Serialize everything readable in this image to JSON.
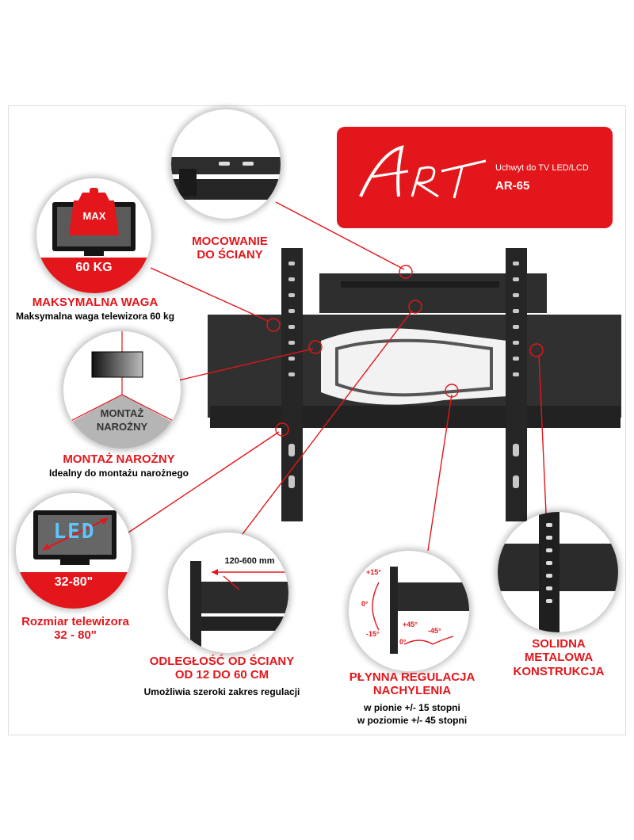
{
  "brand": {
    "logo_text": "ART",
    "subtitle": "Uchwyt do TV LED/LCD",
    "model": "AR-65"
  },
  "features": {
    "wall_mount": {
      "title_line1": "MOCOWANIE",
      "title_line2": "DO ŚCIANY"
    },
    "max_weight": {
      "badge": "MAX",
      "value": "60 KG",
      "title": "MAKSYMALNA WAGA",
      "description": "Maksymalna waga telewizora 60 kg"
    },
    "corner_mount": {
      "bubble_line1": "MONTAŻ",
      "bubble_line2": "NAROŻNY",
      "title": "MONTAŻ NAROŻNY",
      "description": "Idealny do montażu narożnego"
    },
    "tv_size": {
      "screen_text": "LED",
      "range": "32-80\"",
      "title_line1": "Rozmiar telewizora",
      "title_line2": "32 - 80\""
    },
    "distance": {
      "bubble_label": "120-600 mm",
      "title_line1": "ODLEGŁOŚĆ OD ŚCIANY",
      "title_line2": "OD 12 DO 60 CM",
      "description": "Umożliwia szeroki zakres regulacji"
    },
    "tilt": {
      "label_plus15": "+15°",
      "label_zero": "0°",
      "label_minus15": "-15°",
      "label_plus45": "+45°",
      "label_minus45": "-45°",
      "label_zero_h": "0°",
      "title_line1": "PŁYNNA REGULACJA",
      "title_line2": "NACHYLENIA",
      "desc_line1": "w pionie +/- 15 stopni",
      "desc_line2": "w poziomie +/- 45 stopni"
    },
    "construction": {
      "title_line1": "SOLIDNA",
      "title_line2": "METALOWA",
      "title_line3": "KONSTRUKCJA"
    }
  },
  "colors": {
    "accent": "#e3161b",
    "metal": "#2b2b2b",
    "metal_dark": "#141414"
  }
}
